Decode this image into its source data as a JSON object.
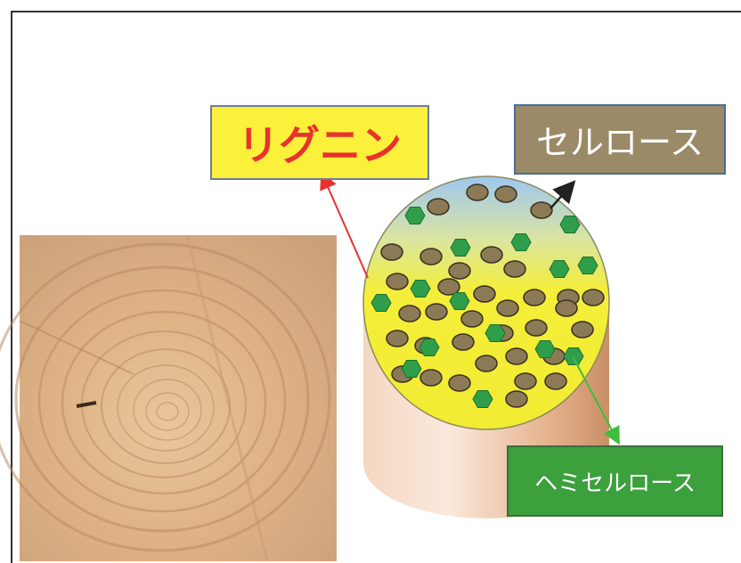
{
  "labels": {
    "lignin": "リグニン",
    "cellulose": "セルロース",
    "hemicellulose": "ヘミセルロース"
  },
  "colors": {
    "lignin_text": "#e8322e",
    "lignin_box": "#fbf03a",
    "cellulose_box": "#9a8a68",
    "hemicellulose_box": "#3ca03c",
    "hexagon": "#2e9e4a",
    "ellipse": "#8b7a55",
    "cylinder_face": "#f2ec3a",
    "cylinder_side": "#e8bb98"
  }
}
